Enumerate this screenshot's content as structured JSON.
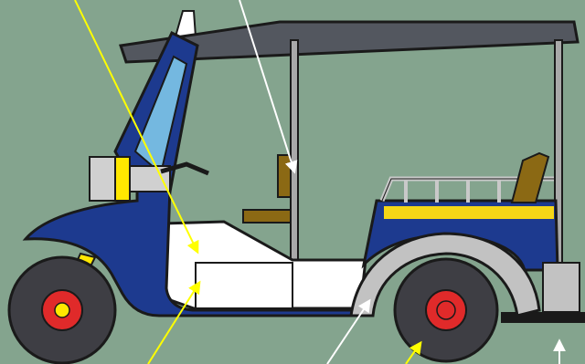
{
  "diagram": {
    "subject": "tuk-tuk-auto-rickshaw",
    "label_text": [],
    "pointer_arrows": [
      {
        "name": "arrow-to-front-passenger-floor",
        "color": "#ffff00"
      },
      {
        "name": "arrow-to-rear-seat-cushion",
        "color": "#ffffff"
      },
      {
        "name": "arrow-to-lower-body-panel",
        "color": "#ffff00"
      },
      {
        "name": "arrow-to-rear-fender",
        "color": "#ffffff"
      },
      {
        "name": "arrow-to-rear-wheel",
        "color": "#ffff00"
      },
      {
        "name": "arrow-to-rear-bumper",
        "color": "#ffffff"
      }
    ]
  },
  "colors": {
    "background": "#84a48e",
    "body_blue": "#1d3a8f",
    "body_white": "#ffffff",
    "roof": "#53575f",
    "frame_gray": "#a9a9a9",
    "tire": "#3e3e44",
    "hub_red": "#e02a2a",
    "accent_yellow": "#ffe800",
    "stripe_yellow": "#f5d617",
    "seat_brown": "#8b6914",
    "windshield": "#74b8e0",
    "fender_gray": "#c2c2c2"
  }
}
